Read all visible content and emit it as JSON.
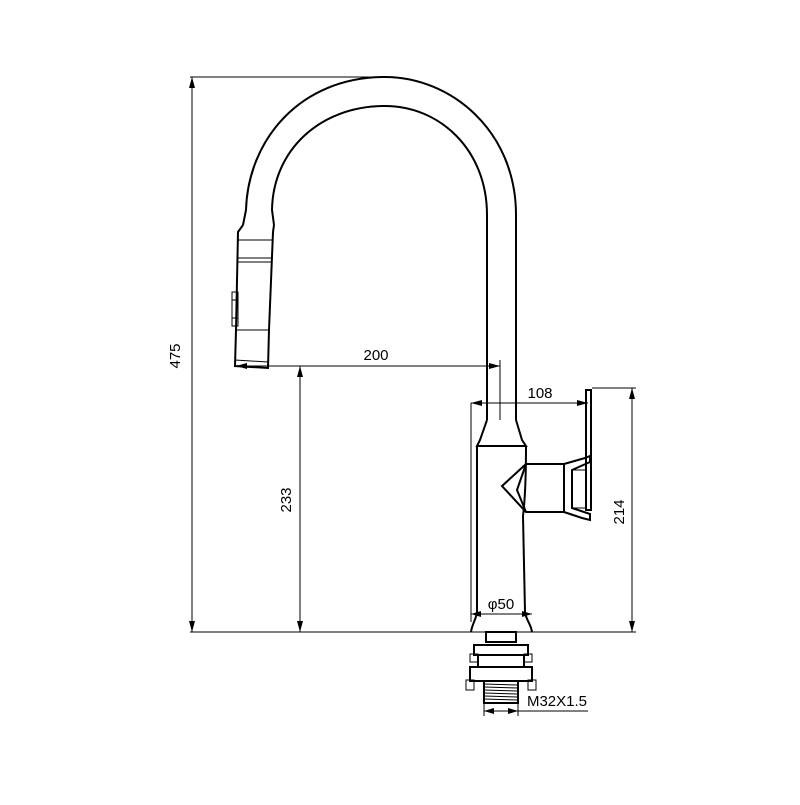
{
  "diagram": {
    "dimensions": {
      "total_height": "475",
      "spout_reach": "200",
      "spout_outlet_height": "233",
      "handle_reach": "108",
      "handle_height": "214",
      "base_diameter": "φ50",
      "thread": "M32X1.5"
    },
    "colors": {
      "line": "#000000",
      "background": "#ffffff"
    }
  }
}
